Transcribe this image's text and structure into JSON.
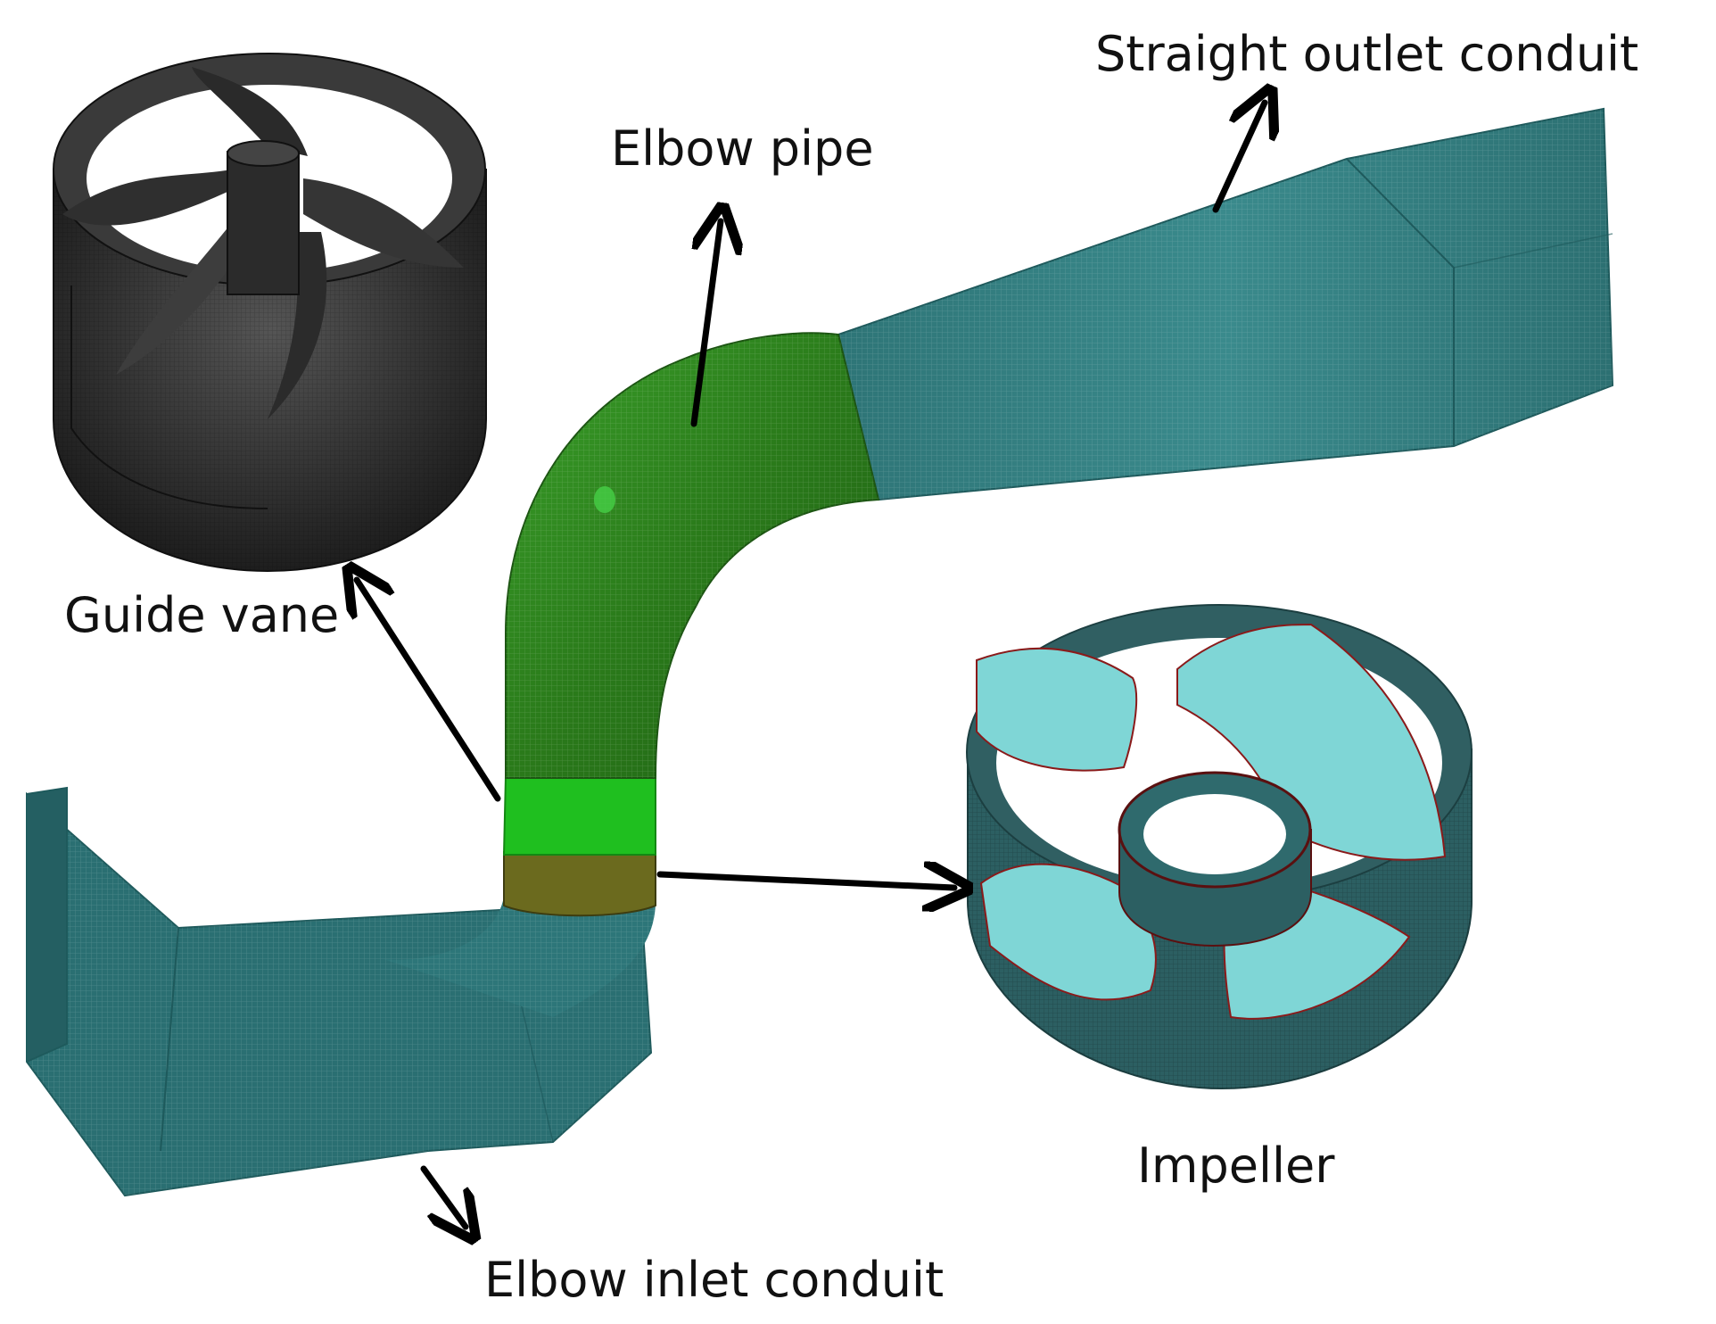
{
  "labels": {
    "straight_outlet_conduit": "Straight outlet conduit",
    "elbow_pipe": "Elbow pipe",
    "guide_vane": "Guide vane",
    "impeller": "Impeller",
    "elbow_inlet_conduit": "Elbow inlet conduit"
  },
  "colors": {
    "conduit_teal": "#2a6f72",
    "conduit_teal_light": "#3a8a8c",
    "elbow_green": "#2f8a1e",
    "guide_band_green": "#1fbf1f",
    "impeller_band_olive": "#6b6a1e",
    "guide_vane_dark": "#2b2b2b",
    "impeller_blade": "#7fd6d6",
    "impeller_edge_red": "#8a1a1a",
    "arrow": "#000000"
  }
}
